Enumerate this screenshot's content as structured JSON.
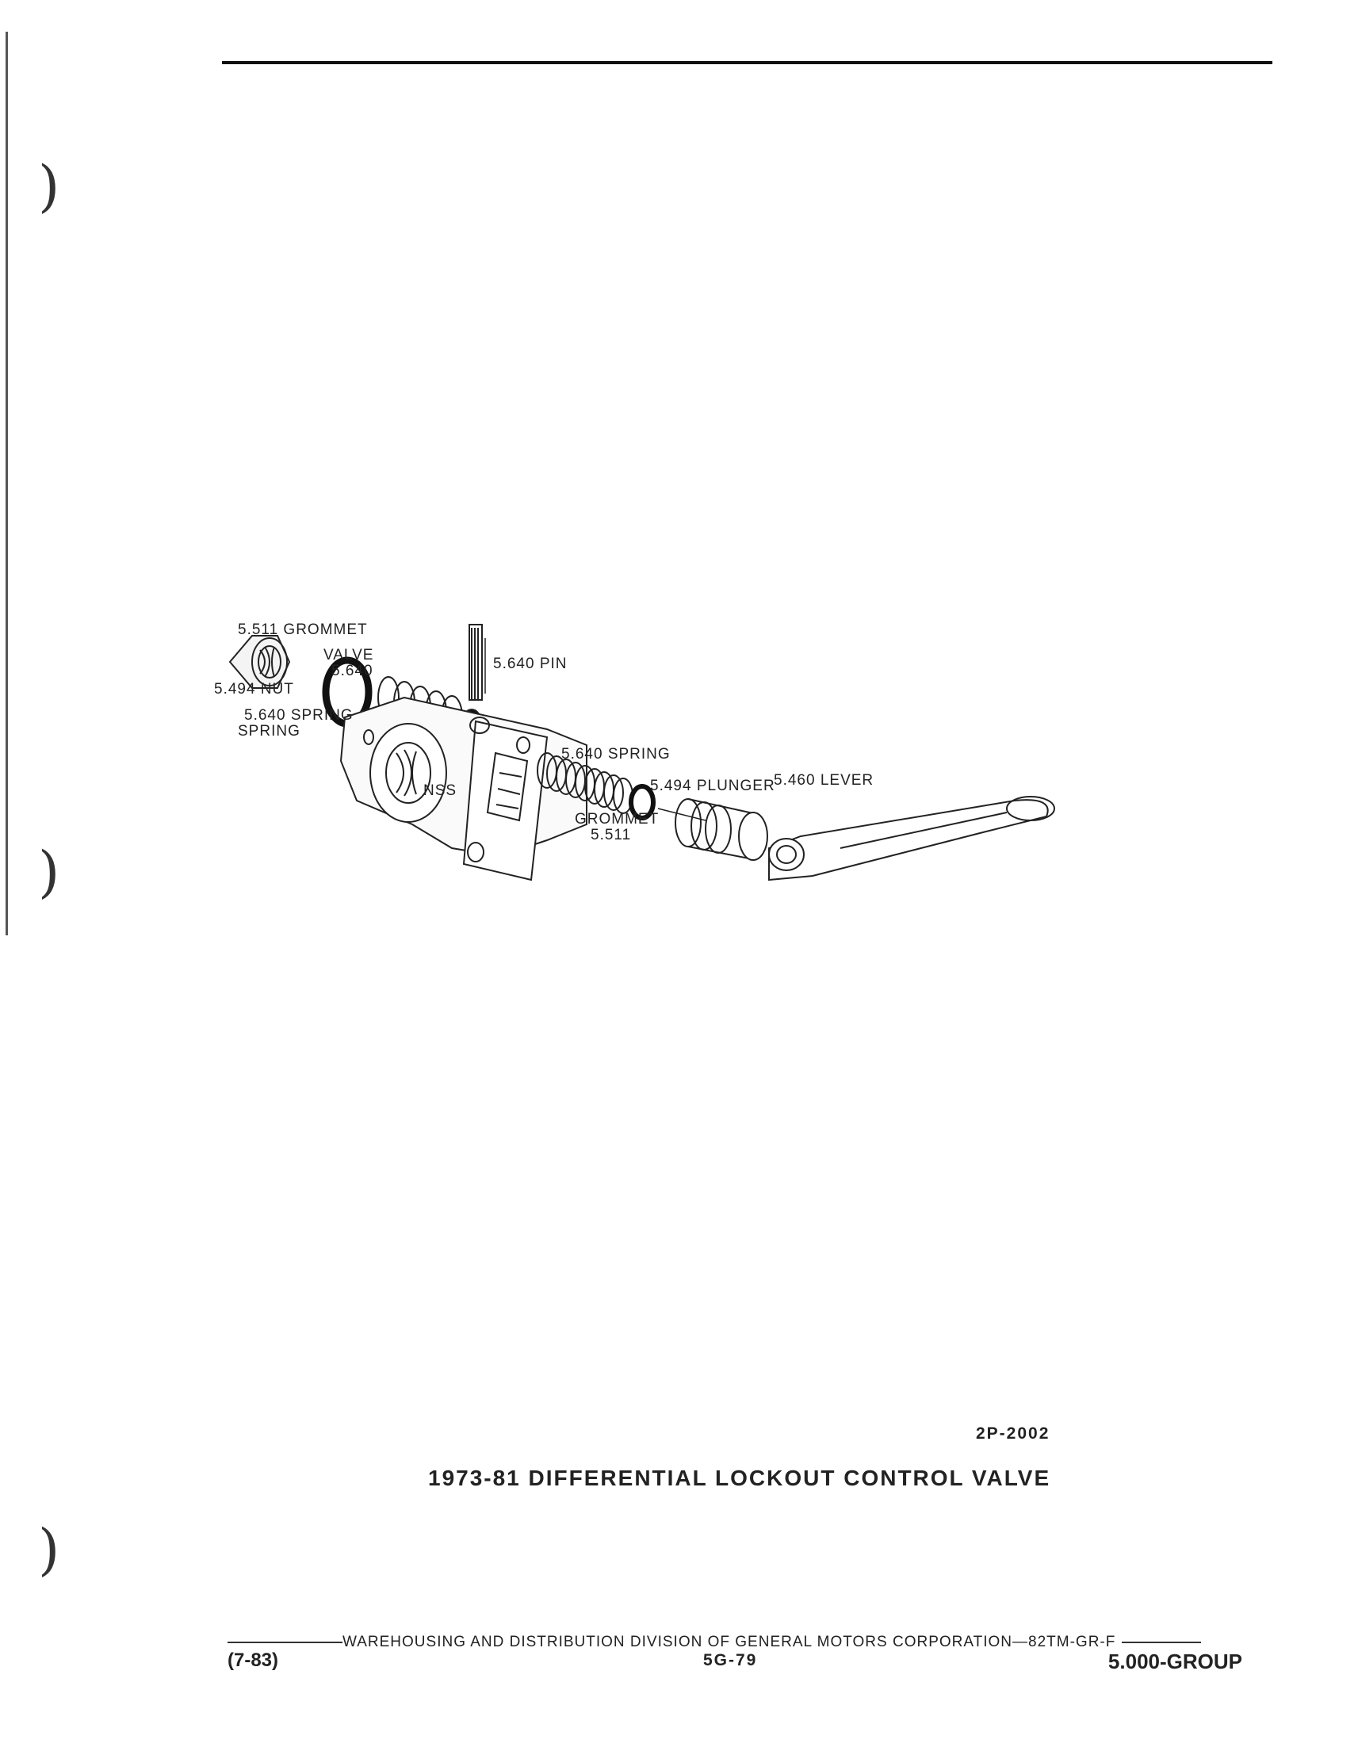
{
  "diagram": {
    "labels": {
      "nut": "5.494 NUT",
      "grommet_top": "5.511 GROMMET",
      "valve_line1": "VALVE",
      "valve_line2": "5.640",
      "spring_left_line1": "5.640 SPRING",
      "spring_left_line2": "SPRING",
      "pin": "5.640 PIN",
      "spring_right": "5.640 SPRING",
      "nss": "NSS",
      "plunger": "5.494 PLUNGER",
      "lever": "5.460 LEVER",
      "grommet_bottom_line1": "GROMMET",
      "grommet_bottom_line2": "5.511"
    }
  },
  "figure": {
    "code": "2P-2002",
    "title": "1973-81 DIFFERENTIAL LOCKOUT CONTROL VALVE"
  },
  "footer": {
    "line": "WAREHOUSING AND DISTRIBUTION  DIVISION OF GENERAL MOTORS CORPORATION—82TM-GR-F",
    "date": "(7-83)",
    "page": "5G-79",
    "group": "5.000-GROUP"
  }
}
